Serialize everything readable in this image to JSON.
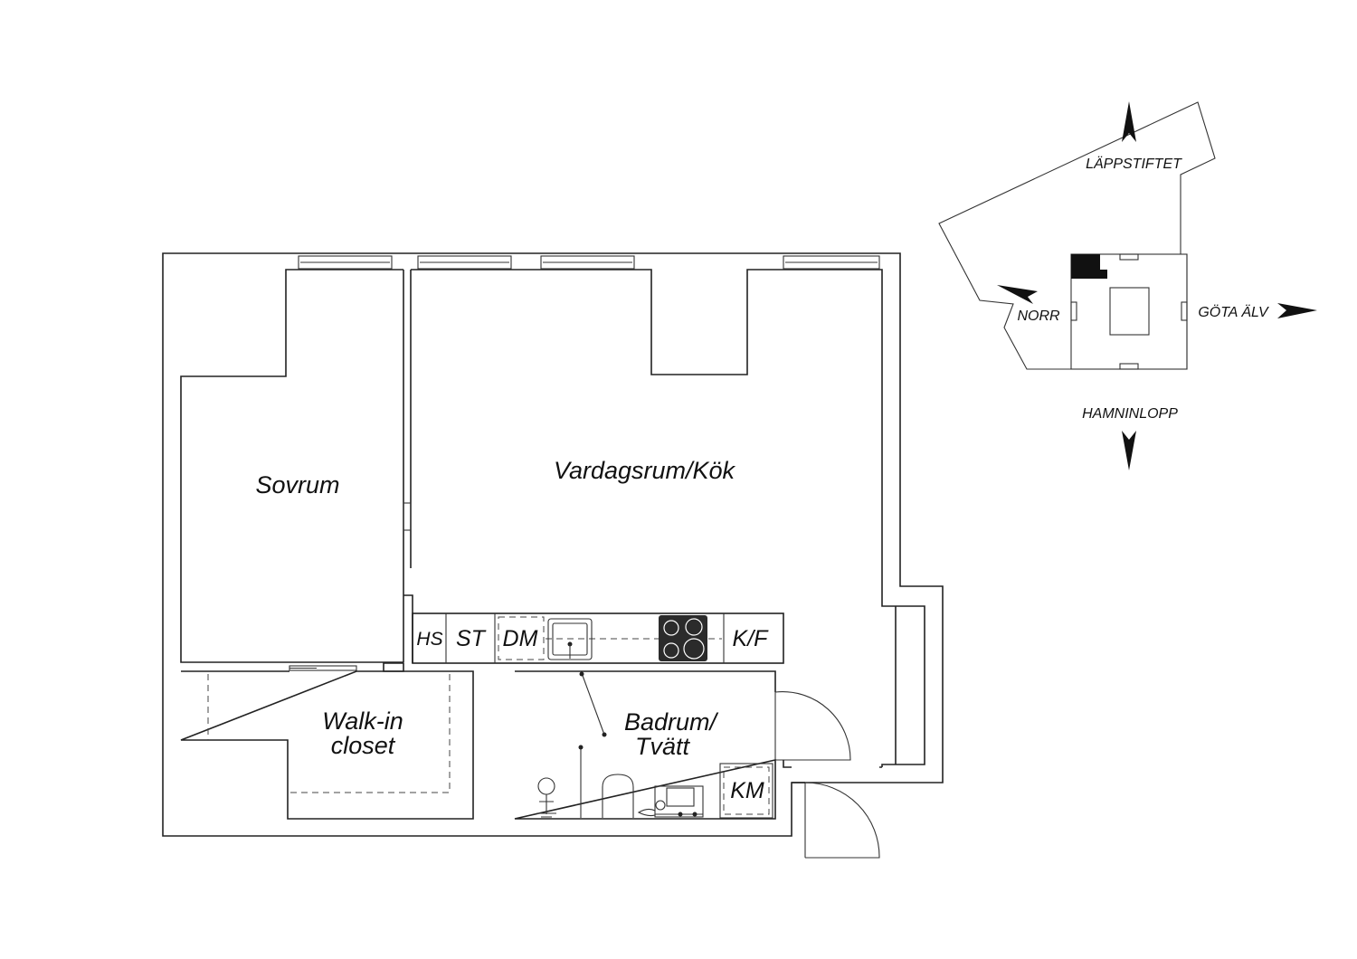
{
  "rooms": {
    "sovrum": "Sovrum",
    "vardagsrum": "Vardagsrum/Kök",
    "walkin_line1": "Walk-in",
    "walkin_line2": "closet",
    "badrum_line1": "Badrum/",
    "badrum_line2": "Tvätt"
  },
  "appliances": {
    "hs": "HS",
    "st": "ST",
    "dm": "DM",
    "kf": "K/F",
    "km": "KM"
  },
  "site_plan": {
    "north_street": "LÄPPSTIFTET",
    "west_label": "NORR",
    "east_label": "GÖTA ÄLV",
    "south_label": "HAMNINLOPP"
  },
  "colors": {
    "line": "#222222",
    "fill_dark": "#111111",
    "stove": "#2b2b2b"
  }
}
